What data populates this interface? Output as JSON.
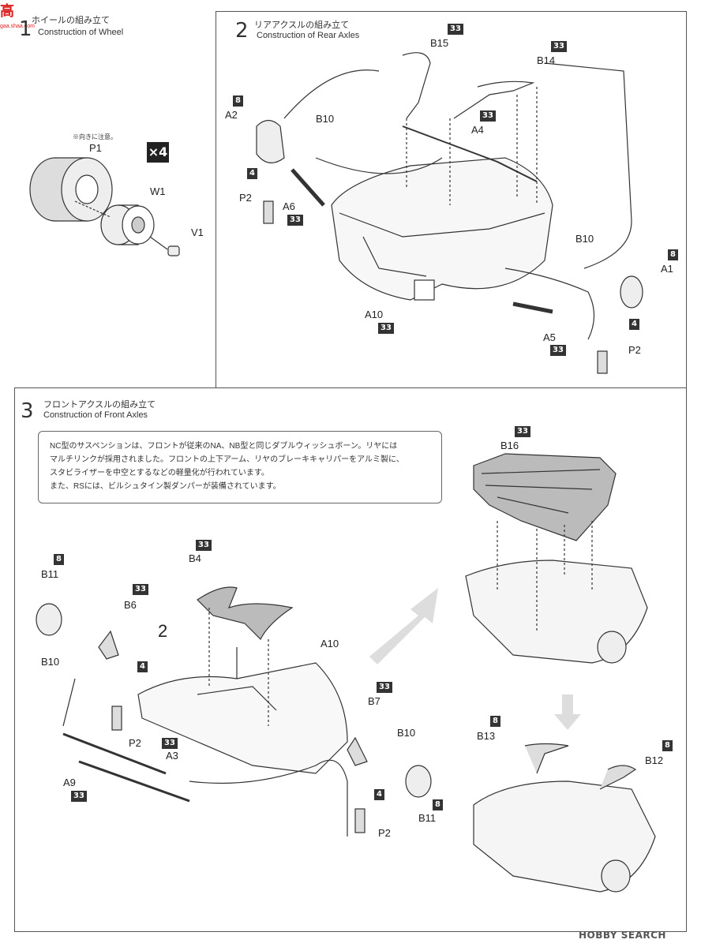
{
  "watermark": {
    "site_top": "高",
    "site_url": "gaa.shaa.com",
    "bottom": "HOBBY SEARCH"
  },
  "step1": {
    "number": "1",
    "title_jp": "ホイールの組み立て",
    "title_en": "Construction of Wheel",
    "note_jp": "※向きに注意。",
    "multiplier": "×4",
    "labels": {
      "p1": "P1",
      "w1": "W1",
      "v1": "V1"
    }
  },
  "step2": {
    "number": "2",
    "title_jp": "リアアクスルの組み立て",
    "title_en": "Construction of Rear Axles",
    "labels": {
      "b15": "B15",
      "b14": "B14",
      "a2": "A2",
      "b10a": "B10",
      "a4": "A4",
      "p2a": "P2",
      "a6": "A6",
      "b10b": "B10",
      "a1": "A1",
      "a10": "A10",
      "a5": "A5",
      "p2b": "P2"
    },
    "badges": {
      "b15": "33",
      "b14": "33",
      "a2": "8",
      "a4": "33",
      "p2a": "4",
      "a6": "33",
      "a1": "8",
      "a10": "33",
      "a5": "33",
      "p2b": "4"
    }
  },
  "step3": {
    "number": "3",
    "title_jp": "フロントアクスルの組み立て",
    "title_en": "Construction of Front Axles",
    "note_lines": [
      "NC型のサスペンションは、フロントが従来のNA、NB型と同じダブルウィッシュボーン。リヤには",
      "マルチリンクが採用されました。フロントの上下アーム、リヤのブレーキキャリパーをアルミ製に、",
      "スタビライザーを中空とするなどの軽量化が行われています。",
      "また、RSには、ビルシュタイン製ダンパーが装備されています。"
    ],
    "labels": {
      "b16": "B16",
      "b4": "B4",
      "b11a": "B11",
      "b6": "B6",
      "b10a": "B10",
      "p2a": "P2",
      "a10": "A10",
      "two": "2",
      "b7": "B7",
      "b10b": "B10",
      "a3": "A3",
      "a9": "A9",
      "b11b": "B11",
      "p2b": "P2",
      "b13": "B13",
      "b12": "B12"
    },
    "badges": {
      "b16": "33",
      "b4": "33",
      "b11a": "8",
      "b6": "33",
      "p2a": "4",
      "b7": "33",
      "a3": "33",
      "a9": "33",
      "b11b": "8",
      "p2b": "4",
      "b13": "8",
      "b12": "8"
    }
  }
}
